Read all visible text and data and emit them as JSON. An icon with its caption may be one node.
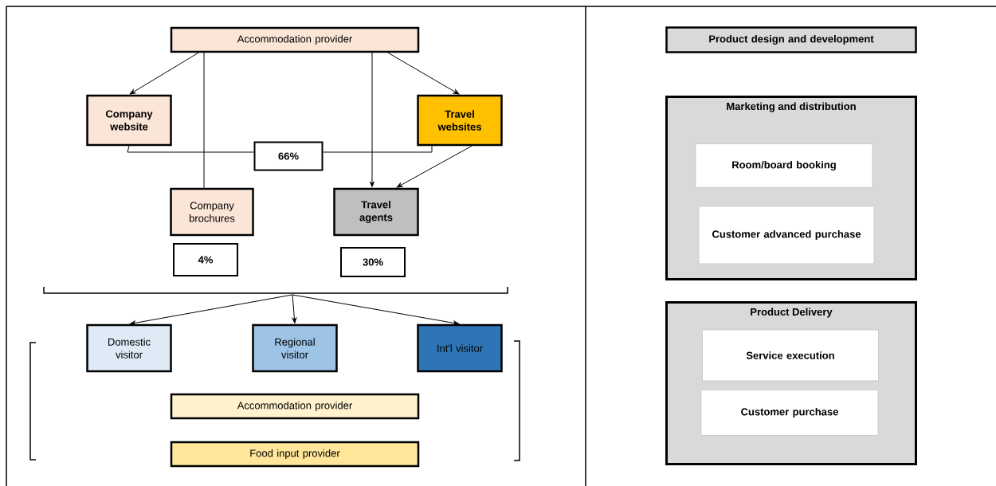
{
  "diagram": {
    "nodes": [
      {
        "text": [
          "Accommodation provider"
        ]
      },
      {
        "text": [
          "Company website"
        ]
      },
      {
        "text": [
          "Travel websites"
        ]
      },
      {
        "text": [
          "66%"
        ]
      },
      {
        "text": [
          "Company brochures"
        ]
      },
      {
        "text": [
          "Travel agents"
        ]
      },
      {
        "text": [
          "4%"
        ]
      },
      {
        "text": [
          "30%"
        ]
      },
      {
        "text": [
          "Domestic visitor"
        ]
      },
      {
        "text": [
          "Regional visitor"
        ]
      },
      {
        "text": [
          "Int'l visitor"
        ]
      },
      {
        "text": [
          "Accommodation provider"
        ]
      },
      {
        "text": [
          "Food input provider"
        ]
      },
      {
        "text": [
          "Product design and development"
        ]
      },
      {
        "text": [
          "Marketing and distribution"
        ]
      },
      {
        "text": [
          "Room/board booking"
        ],
        "in": 14
      },
      {
        "text": [
          "Customer advanced purchase"
        ],
        "in": 14
      },
      {
        "text": [
          "Product Delivery"
        ]
      },
      {
        "text": [
          "Service execution"
        ],
        "in": 17
      },
      {
        "text": [
          "Customer purchase"
        ],
        "in": 17
      }
    ],
    "edges": [
      {
        "from": 0,
        "to": 1,
        "arrow": "to"
      },
      {
        "from": 0,
        "to": 2,
        "arrow": "to"
      },
      {
        "from": 0,
        "to": 4,
        "arrow": "none"
      },
      {
        "from": 0,
        "to": 5,
        "arrow": "to"
      },
      {
        "from": 2,
        "to": 5,
        "arrow": "to"
      },
      {
        "from": 1,
        "to": 3,
        "arrow": "none"
      },
      {
        "from": 2,
        "to": 3,
        "arrow": "none"
      },
      {
        "from": null,
        "to": 8,
        "arrow": "to"
      },
      {
        "from": null,
        "to": 9,
        "arrow": "to"
      },
      {
        "from": null,
        "to": 10,
        "arrow": "to"
      }
    ]
  }
}
